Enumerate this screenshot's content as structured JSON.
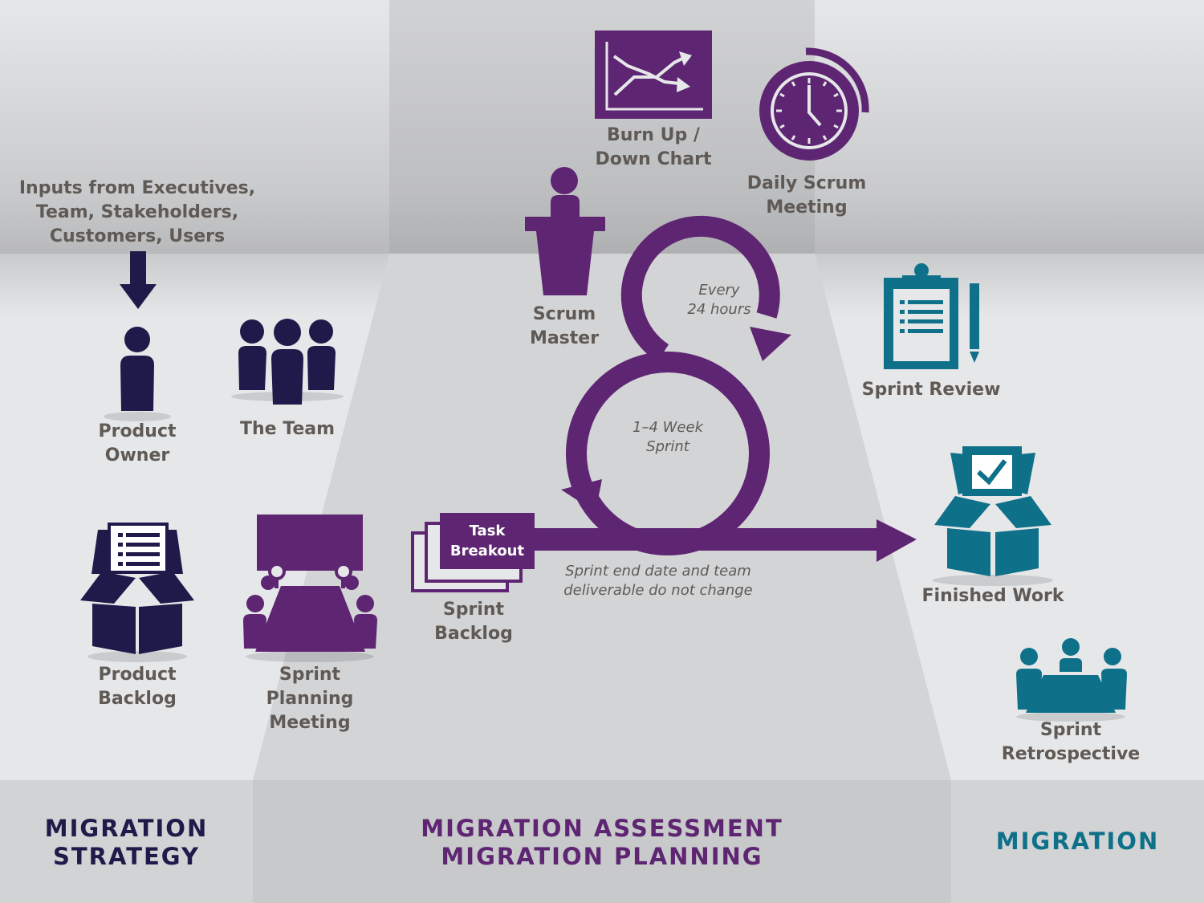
{
  "colors": {
    "navy": "#1f1a4a",
    "purple": "#5e2672",
    "teal": "#0e7189",
    "label_gray": "#5f5a55"
  },
  "inputs_label": [
    "Inputs from Executives,",
    "Team, Stakeholders,",
    "Customers, Users"
  ],
  "roles": {
    "product_owner": [
      "Product",
      "Owner"
    ],
    "the_team": [
      "The Team"
    ],
    "scrum_master": [
      "Scrum",
      "Master"
    ]
  },
  "artifacts": {
    "burn_chart": [
      "Burn Up /",
      "Down Chart"
    ],
    "daily_scrum": [
      "Daily Scrum",
      "Meeting"
    ],
    "sprint_review": [
      "Sprint Review"
    ],
    "finished_work": [
      "Finished Work"
    ],
    "sprint_retrospective": [
      "Sprint",
      "Retrospective"
    ],
    "product_backlog": [
      "Product",
      "Backlog"
    ],
    "sprint_planning": [
      "Sprint",
      "Planning",
      "Meeting"
    ],
    "sprint_backlog": [
      "Sprint",
      "Backlog"
    ]
  },
  "cycle": {
    "every_24": [
      "Every",
      "24 hours"
    ],
    "sprint_length": [
      "1–4 Week",
      "Sprint"
    ],
    "task_breakout": [
      "Task",
      "Breakout"
    ],
    "end_note": [
      "Sprint end date and team",
      "deliverable do not change"
    ]
  },
  "phases": {
    "strategy": [
      "MIGRATION",
      "STRATEGY"
    ],
    "assessment": [
      "MIGRATION ASSESSMENT",
      "MIGRATION PLANNING"
    ],
    "migration": [
      "MIGRATION"
    ]
  },
  "icons": [
    "down-arrow-icon",
    "person-icon",
    "team-icon",
    "backlog-box-icon",
    "planning-meeting-icon",
    "sprint-backlog-stack-icon",
    "podium-speaker-icon",
    "burn-chart-icon",
    "clock-icon",
    "sprint-cycle-icon",
    "clipboard-icon",
    "pencil-icon",
    "finished-box-check-icon",
    "retrospective-meeting-icon"
  ]
}
